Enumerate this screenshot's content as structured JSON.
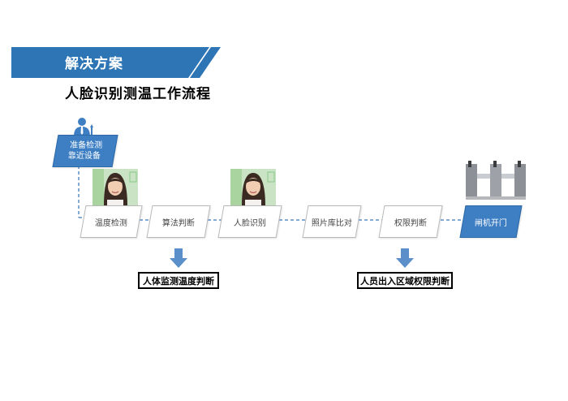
{
  "header": {
    "banner_title": "解决方案",
    "page_title": "人脸识别测温工作流程"
  },
  "start_node": {
    "line1": "准备检测",
    "line2": "靠近设备",
    "icon": "person-icon"
  },
  "flow_steps": [
    {
      "label": "温度检测"
    },
    {
      "label": "算法判断"
    },
    {
      "label": "人脸识别"
    },
    {
      "label": "照片库比对"
    },
    {
      "label": "权限判断"
    },
    {
      "label": "闸机开门"
    }
  ],
  "outcomes": [
    {
      "label": "人体监测温度判断"
    },
    {
      "label": "人员出入区域权限判断"
    }
  ],
  "colors": {
    "accent": "#3e7fc4",
    "connector": "#5b8fc9"
  }
}
